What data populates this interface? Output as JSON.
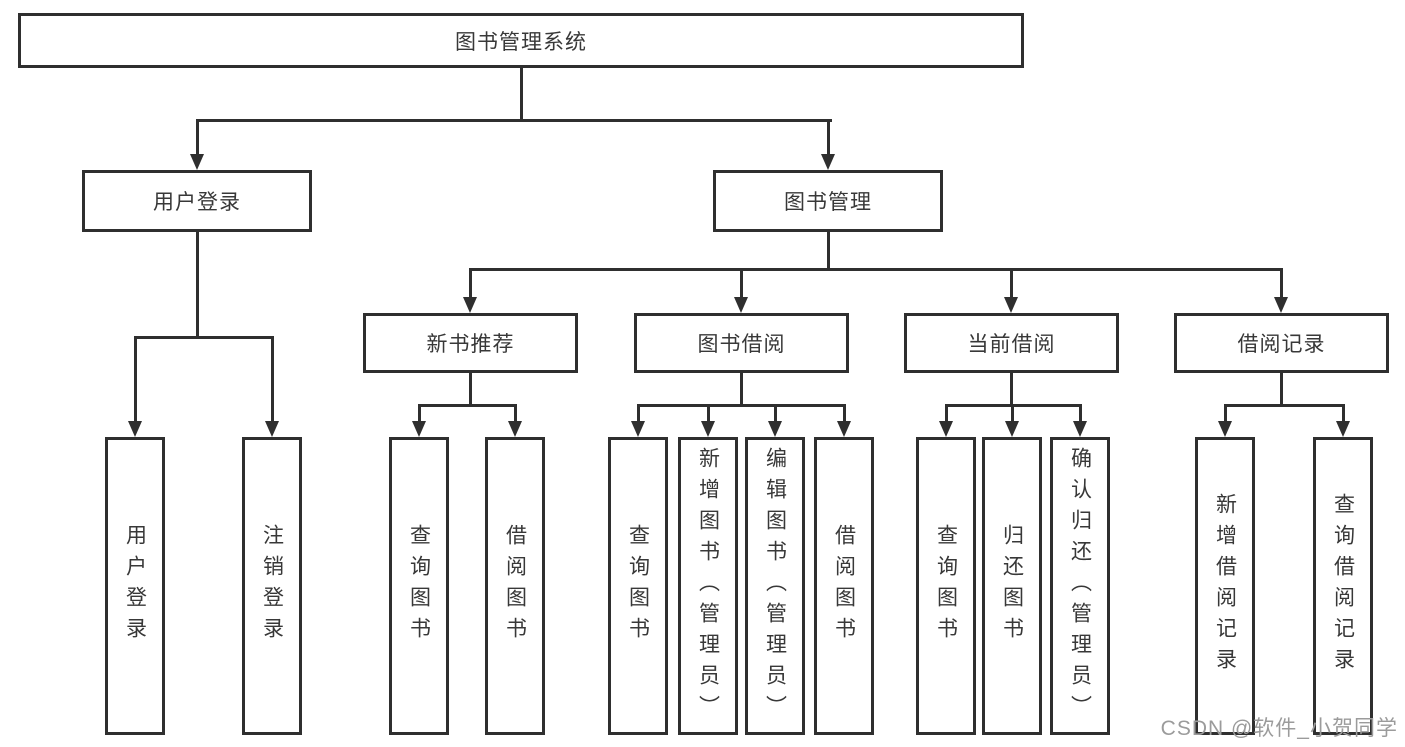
{
  "page": {
    "watermark": "CSDN @软件_小贺同学"
  },
  "colors": {
    "line": "#2f2f2f",
    "text": "#383838",
    "watermark": "#9b9b9b",
    "background": "#ffffff"
  },
  "root": {
    "label": "图书管理系统"
  },
  "branches": {
    "user_login": {
      "label": "用户登录",
      "children": [
        "用户登录",
        "注销登录"
      ]
    },
    "book_mgmt": {
      "label": "图书管理"
    }
  },
  "modules": {
    "new_book": {
      "label": "新书推荐",
      "children": [
        "查询图书",
        "借阅图书"
      ]
    },
    "book_borrow": {
      "label": "图书借阅",
      "children": [
        "查询图书",
        "新增图书（管理员）",
        "编辑图书（管理员）",
        "借阅图书"
      ]
    },
    "current_borrow": {
      "label": "当前借阅",
      "children": [
        "查询图书",
        "归还图书",
        "确认归还（管理员）"
      ]
    },
    "borrow_record": {
      "label": "借阅记录",
      "children": [
        "新增借阅记录",
        "查询借阅记录"
      ]
    }
  }
}
